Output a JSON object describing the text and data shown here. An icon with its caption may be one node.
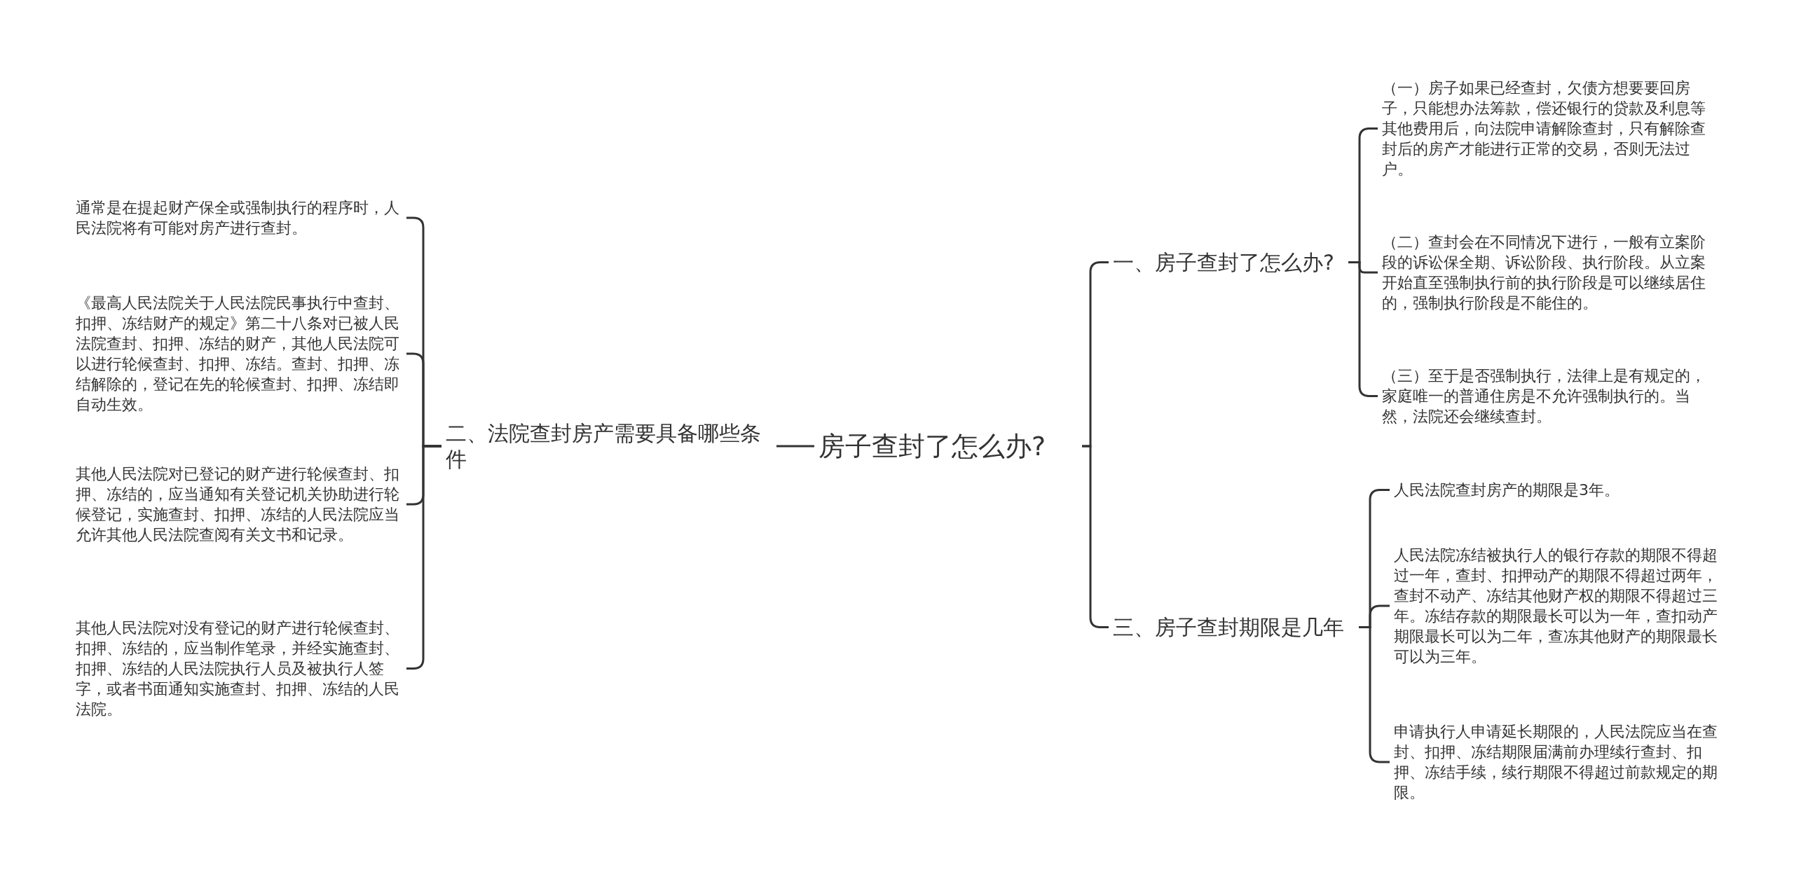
{
  "diagram": {
    "nodes": [
      {
        "text": [
          "房子查封了怎么办?"
        ]
      },
      {
        "text": [
          "一、房子查封了怎么办?"
        ]
      },
      {
        "text": [
          "（一）房子如果已经查封，欠债方想要要回房子，只能想办法筹款，偿还银行的贷款及利息等其他费用后，向法院申请解除查封，只有解除查封后的房产才能进行正常的交易，否则无法过户。"
        ]
      },
      {
        "text": [
          "（二）查封会在不同情况下进行，一般有立案阶段的诉讼保全期、诉讼阶段、执行阶段。从立案开始直至强制执行前的执行阶段是可以继续居住的，强制执行阶段是不能住的。"
        ]
      },
      {
        "text": [
          "（三）至于是否强制执行，法律上是有规定的，家庭唯一的普通住房是不允许强制执行的。当然，法院还会继续查封。"
        ]
      },
      {
        "text": [
          "二、法院查封房产需要具备哪些条件"
        ]
      },
      {
        "text": [
          "通常是在提起财产保全或强制执行的程序时，人民法院将有可能对房产进行查封。"
        ]
      },
      {
        "text": [
          "《最高人民法院关于人民法院民事执行中查封、扣押、冻结财产的规定》第二十八条对已被人民法院查封、扣押、冻结的财产，其他人民法院可以进行轮候查封、扣押、冻结。查封、扣押、冻结解除的，登记在先的轮候查封、扣押、冻结即自动生效。"
        ]
      },
      {
        "text": [
          "其他人民法院对已登记的财产进行轮候查封、扣押、冻结的，应当通知有关登记机关协助进行轮候登记，实施查封、扣押、冻结的人民法院应当允许其他人民法院查阅有关文书和记录。"
        ]
      },
      {
        "text": [
          "其他人民法院对没有登记的财产进行轮候查封、扣押、冻结的，应当制作笔录，并经实施查封、扣押、冻结的人民法院执行人员及被执行人签字，或者书面通知实施查封、扣押、冻结的人民法院。"
        ]
      },
      {
        "text": [
          "三、房子查封期限是几年"
        ]
      },
      {
        "text": [
          "人民法院查封房产的期限是3年。"
        ]
      },
      {
        "text": [
          "人民法院冻结被执行人的银行存款的期限不得超过一年，查封、扣押动产的期限不得超过两年，查封不动产、冻结其他财产权的期限不得超过三年。冻结存款的期限最长可以为一年，查扣动产期限最长可以为二年，查冻其他财产的期限最长可以为三年。"
        ]
      },
      {
        "text": [
          "申请执行人申请延长期限的，人民法院应当在查封、扣押、冻结期限届满前办理续行查封、扣押、冻结手续，续行期限不得超过前款规定的期限。"
        ]
      }
    ],
    "edges": [
      {
        "from": 0,
        "to": 1,
        "arrow": "none"
      },
      {
        "from": 1,
        "to": 2,
        "arrow": "none"
      },
      {
        "from": 1,
        "to": 3,
        "arrow": "none"
      },
      {
        "from": 1,
        "to": 4,
        "arrow": "none"
      },
      {
        "from": 0,
        "to": 5,
        "arrow": "none"
      },
      {
        "from": 5,
        "to": 6,
        "arrow": "none"
      },
      {
        "from": 5,
        "to": 7,
        "arrow": "none"
      },
      {
        "from": 5,
        "to": 8,
        "arrow": "none"
      },
      {
        "from": 5,
        "to": 9,
        "arrow": "none"
      },
      {
        "from": 0,
        "to": 10,
        "arrow": "none"
      },
      {
        "from": 10,
        "to": 11,
        "arrow": "none"
      },
      {
        "from": 10,
        "to": 12,
        "arrow": "none"
      },
      {
        "from": 10,
        "to": 13,
        "arrow": "none"
      }
    ]
  }
}
